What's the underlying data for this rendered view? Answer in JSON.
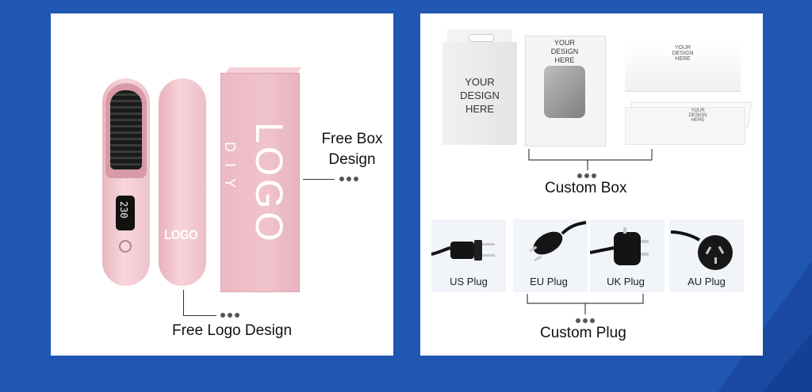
{
  "colors": {
    "background": "#2057b3",
    "panel": "#ffffff",
    "pink": "#f3c8d0"
  },
  "left": {
    "brush_display": "230",
    "handle_logo": "LOGO",
    "box_logo": "LOGO",
    "box_diy": "DIY",
    "box_callout_line1": "Free Box",
    "box_callout_line2": "Design",
    "logo_callout": "Free Logo Design"
  },
  "right": {
    "box1_text": "YOUR DESIGN HERE",
    "box2_text": "YOUR DESIGN HERE",
    "box3_text": "YOUR DESIGN HERE",
    "box4_text": "YOUR DESIGN HERE",
    "custom_box": "Custom Box",
    "plugs": [
      {
        "label": "US Plug",
        "icon": "us-plug-icon"
      },
      {
        "label": "EU Plug",
        "icon": "eu-plug-icon"
      },
      {
        "label": "UK Plug",
        "icon": "uk-plug-icon"
      },
      {
        "label": "AU Plug",
        "icon": "au-plug-icon"
      }
    ],
    "custom_plug": "Custom Plug"
  }
}
